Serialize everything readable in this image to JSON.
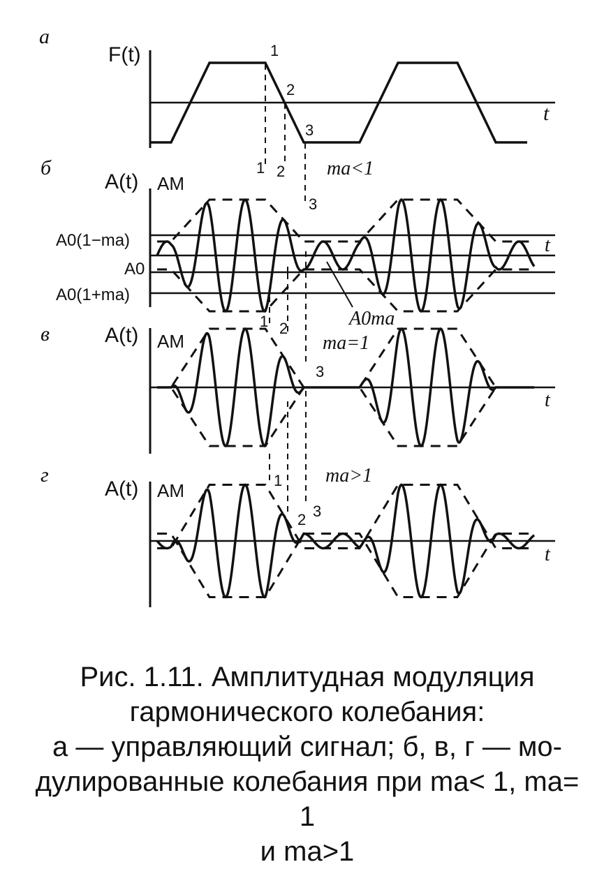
{
  "panels": [
    {
      "letter": "а",
      "ylabel": "F(t)",
      "am": "",
      "cond": "",
      "tlabel": "t"
    },
    {
      "letter": "б",
      "ylabel": "A(t)",
      "am": "AM",
      "cond": "ma<1",
      "tlabel": "t",
      "levels": [
        "A0(1−ma)",
        "A0",
        "A0(1+ma)"
      ],
      "annot": "A0ma"
    },
    {
      "letter": "в",
      "ylabel": "A(t)",
      "am": "AM",
      "cond": "ma=1",
      "tlabel": "t"
    },
    {
      "letter": "г",
      "ylabel": "A(t)",
      "am": "AM",
      "cond": "ma>1",
      "tlabel": "t"
    }
  ],
  "point_labels": [
    "1",
    "2",
    "3"
  ],
  "caption": {
    "line1": "Рис. 1.11. Амплитудная модуляция",
    "line2": "гармонического колебания:",
    "line3": "а — управляющий сигнал; б, в, г — мо-",
    "line4": "дулированные колебания при ma< 1, ma= 1",
    "line5": "и ma>1"
  }
}
